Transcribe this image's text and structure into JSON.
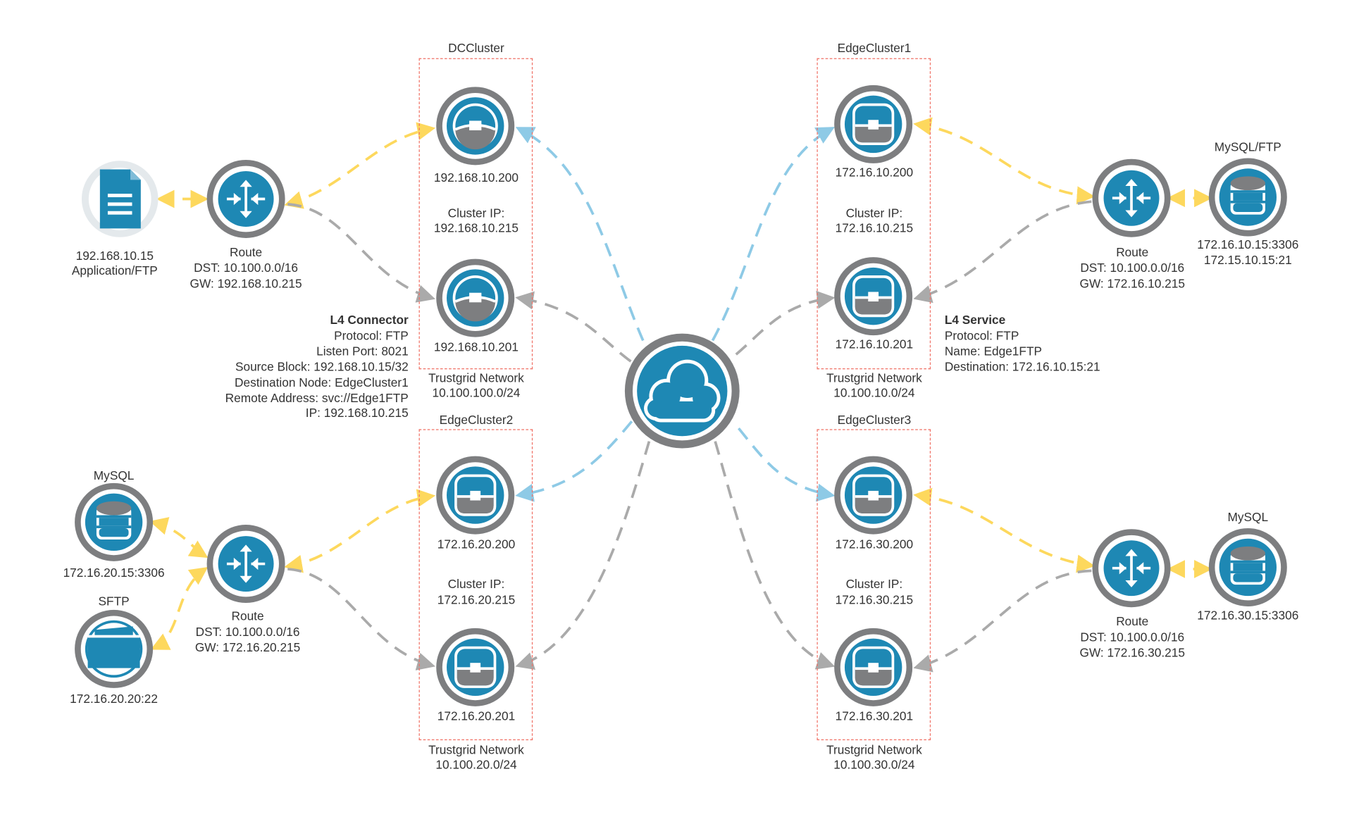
{
  "colors": {
    "teal": "#1e88b4",
    "ring": "#7d7e80",
    "dash_yellow": "#fdd85d",
    "dash_blue": "#8ecae6",
    "dash_gray": "#aaaaaa",
    "cluster_border": "#f07065"
  },
  "clusters": {
    "dc": {
      "title": "DCCluster",
      "node_a_ip": "192.168.10.200",
      "cluster_ip_label": "Cluster IP:",
      "cluster_ip": "192.168.10.215",
      "node_b_ip": "192.168.10.201",
      "network_label": "Trustgrid Network",
      "network": "10.100.100.0/24"
    },
    "edge1": {
      "title": "EdgeCluster1",
      "node_a_ip": "172.16.10.200",
      "cluster_ip_label": "Cluster IP:",
      "cluster_ip": "172.16.10.215",
      "node_b_ip": "172.16.10.201",
      "network_label": "Trustgrid Network",
      "network": "10.100.10.0/24"
    },
    "edge2": {
      "title": "EdgeCluster2",
      "node_a_ip": "172.16.20.200",
      "cluster_ip_label": "Cluster IP:",
      "cluster_ip": "172.16.20.215",
      "node_b_ip": "172.16.20.201",
      "network_label": "Trustgrid Network",
      "network": "10.100.20.0/24"
    },
    "edge3": {
      "title": "EdgeCluster3",
      "node_a_ip": "172.16.30.200",
      "cluster_ip_label": "Cluster IP:",
      "cluster_ip": "172.16.30.215",
      "node_b_ip": "172.16.30.201",
      "network_label": "Trustgrid Network",
      "network": "10.100.30.0/24"
    }
  },
  "endpoints": {
    "app": {
      "ip": "192.168.10.15",
      "name": "Application/FTP",
      "icon": "document-icon"
    },
    "mysql_ftp": {
      "title": "MySQL/FTP",
      "addr1": "172.16.10.15:3306",
      "addr2": "172.15.10.15:21",
      "icon": "database-icon"
    },
    "mysql2": {
      "title": "MySQL",
      "addr": "172.16.20.15:3306",
      "icon": "database-icon"
    },
    "sftp": {
      "title": "SFTP",
      "addr": "172.16.20.20:22",
      "icon": "folder-icon"
    },
    "mysql3": {
      "title": "MySQL",
      "addr": "172.16.30.15:3306",
      "icon": "database-icon"
    }
  },
  "routes": {
    "dc": {
      "label": "Route",
      "dst": "DST: 10.100.0.0/16",
      "gw": "GW: 192.168.10.215"
    },
    "edge1": {
      "label": "Route",
      "dst": "DST: 10.100.0.0/16",
      "gw": "GW: 172.16.10.215"
    },
    "edge2": {
      "label": "Route",
      "dst": "DST: 10.100.0.0/16",
      "gw": "GW: 172.16.20.215"
    },
    "edge3": {
      "label": "Route",
      "dst": "DST: 10.100.0.0/16",
      "gw": "GW: 172.16.30.215"
    }
  },
  "connector": {
    "title": "L4 Connector",
    "protocol": "Protocol: FTP",
    "listen_port": "Listen Port: 8021",
    "source_block": "Source Block: 192.168.10.15/32",
    "destination_node": "Destination Node: EdgeCluster1",
    "remote_address": "Remote Address: svc://Edge1FTP",
    "ip": "IP: 192.168.10.215"
  },
  "service": {
    "title": "L4 Service",
    "protocol": "Protocol: FTP",
    "name": "Name: Edge1FTP",
    "destination": "Destination: 172.16.10.15:21"
  },
  "cloud": {
    "icon": "cloud-icon"
  }
}
